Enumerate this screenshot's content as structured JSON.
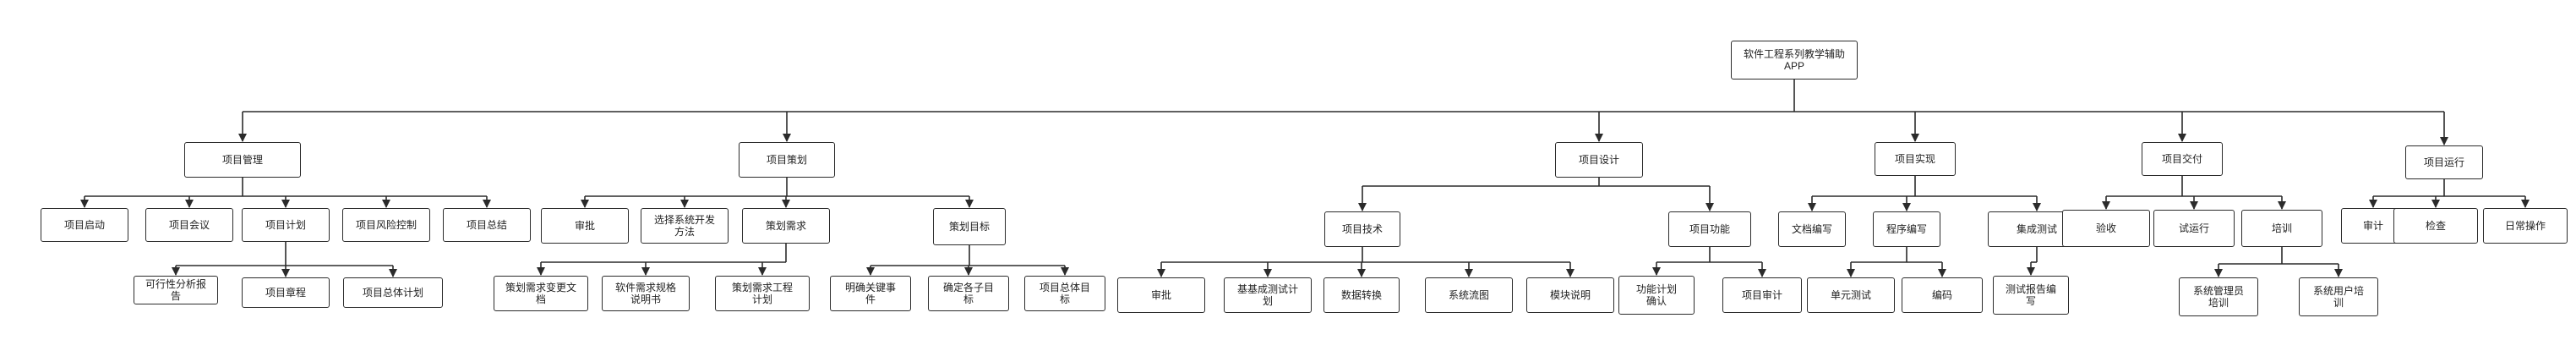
{
  "title": "软件工程系列教学辅助\nAPP",
  "colors": {
    "stroke": "#2b2b2b",
    "node_fill": "#ffffff",
    "text": "#222222"
  },
  "nodes": [
    {
      "id": "root",
      "label": "软件工程系列教学辅助\nAPP"
    },
    {
      "id": "n1",
      "label": "项目管理"
    },
    {
      "id": "n1a",
      "label": "项目启动"
    },
    {
      "id": "n1b",
      "label": "项目会议"
    },
    {
      "id": "n1c",
      "label": "项目计划"
    },
    {
      "id": "n1d",
      "label": "项目风险控制"
    },
    {
      "id": "n1e",
      "label": "项目总结"
    },
    {
      "id": "n1c1",
      "label": "可行性分析报\n告"
    },
    {
      "id": "n1c2",
      "label": "项目章程"
    },
    {
      "id": "n1c3",
      "label": "项目总体计划"
    },
    {
      "id": "n2",
      "label": "项目策划"
    },
    {
      "id": "n2a",
      "label": "审批"
    },
    {
      "id": "n2b",
      "label": "选择系统开发\n方法"
    },
    {
      "id": "n2c",
      "label": "策划需求"
    },
    {
      "id": "n2d",
      "label": "策划目标"
    },
    {
      "id": "n2c1",
      "label": "策划需求变更文\n档"
    },
    {
      "id": "n2c2",
      "label": "软件需求规格\n说明书"
    },
    {
      "id": "n2c3",
      "label": "策划需求工程\n计划"
    },
    {
      "id": "n2d1",
      "label": "明确关键事\n件"
    },
    {
      "id": "n2d2",
      "label": "确定各子目\n标"
    },
    {
      "id": "n2d3",
      "label": "项目总体目\n标"
    },
    {
      "id": "n3",
      "label": "项目设计"
    },
    {
      "id": "n3a",
      "label": "项目技术"
    },
    {
      "id": "n3b",
      "label": "项目功能"
    },
    {
      "id": "n3a1",
      "label": "审批"
    },
    {
      "id": "n3a2",
      "label": "基基成测试计\n划"
    },
    {
      "id": "n3a3",
      "label": "数据转换"
    },
    {
      "id": "n3a4",
      "label": "系统流图"
    },
    {
      "id": "n3a5",
      "label": "模块说明"
    },
    {
      "id": "n3b1",
      "label": "功能计划\n确认"
    },
    {
      "id": "n3b2",
      "label": "项目审计"
    },
    {
      "id": "n4",
      "label": "项目实现"
    },
    {
      "id": "n4a",
      "label": "文档编写"
    },
    {
      "id": "n4b",
      "label": "程序编写"
    },
    {
      "id": "n4c",
      "label": "集成测试"
    },
    {
      "id": "n4b1",
      "label": "单元测试"
    },
    {
      "id": "n4b2",
      "label": "编码"
    },
    {
      "id": "n4c1",
      "label": "测试报告编\n写"
    },
    {
      "id": "n5",
      "label": "项目交付"
    },
    {
      "id": "n5a",
      "label": "验收"
    },
    {
      "id": "n5b",
      "label": "试运行"
    },
    {
      "id": "n5c",
      "label": "培训"
    },
    {
      "id": "n5c1",
      "label": "系统管理员\n培训"
    },
    {
      "id": "n5c2",
      "label": "系统用户培\n训"
    },
    {
      "id": "n6",
      "label": "项目运行"
    },
    {
      "id": "n6a",
      "label": "审计"
    },
    {
      "id": "n6b",
      "label": "检查"
    },
    {
      "id": "n6c",
      "label": "日常操作"
    }
  ],
  "edges": [
    [
      "root",
      "n1"
    ],
    [
      "root",
      "n2"
    ],
    [
      "root",
      "n3"
    ],
    [
      "root",
      "n4"
    ],
    [
      "root",
      "n5"
    ],
    [
      "root",
      "n6"
    ],
    [
      "n1",
      "n1a"
    ],
    [
      "n1",
      "n1b"
    ],
    [
      "n1",
      "n1c"
    ],
    [
      "n1",
      "n1d"
    ],
    [
      "n1",
      "n1e"
    ],
    [
      "n1c",
      "n1c1"
    ],
    [
      "n1c",
      "n1c2"
    ],
    [
      "n1c",
      "n1c3"
    ],
    [
      "n2",
      "n2a"
    ],
    [
      "n2",
      "n2b"
    ],
    [
      "n2",
      "n2c"
    ],
    [
      "n2",
      "n2d"
    ],
    [
      "n2c",
      "n2c1"
    ],
    [
      "n2c",
      "n2c2"
    ],
    [
      "n2c",
      "n2c3"
    ],
    [
      "n2d",
      "n2d1"
    ],
    [
      "n2d",
      "n2d2"
    ],
    [
      "n2d",
      "n2d3"
    ],
    [
      "n3",
      "n3a"
    ],
    [
      "n3",
      "n3b"
    ],
    [
      "n3a",
      "n3a1"
    ],
    [
      "n3a",
      "n3a2"
    ],
    [
      "n3a",
      "n3a3"
    ],
    [
      "n3a",
      "n3a4"
    ],
    [
      "n3a",
      "n3a5"
    ],
    [
      "n3b",
      "n3b1"
    ],
    [
      "n3b",
      "n3b2"
    ],
    [
      "n4",
      "n4a"
    ],
    [
      "n4",
      "n4b"
    ],
    [
      "n4",
      "n4c"
    ],
    [
      "n4b",
      "n4b1"
    ],
    [
      "n4b",
      "n4b2"
    ],
    [
      "n4c",
      "n4c1"
    ],
    [
      "n5",
      "n5a"
    ],
    [
      "n5",
      "n5b"
    ],
    [
      "n5",
      "n5c"
    ],
    [
      "n5c",
      "n5c1"
    ],
    [
      "n5c",
      "n5c2"
    ],
    [
      "n6",
      "n6a"
    ],
    [
      "n6",
      "n6b"
    ],
    [
      "n6",
      "n6c"
    ]
  ]
}
